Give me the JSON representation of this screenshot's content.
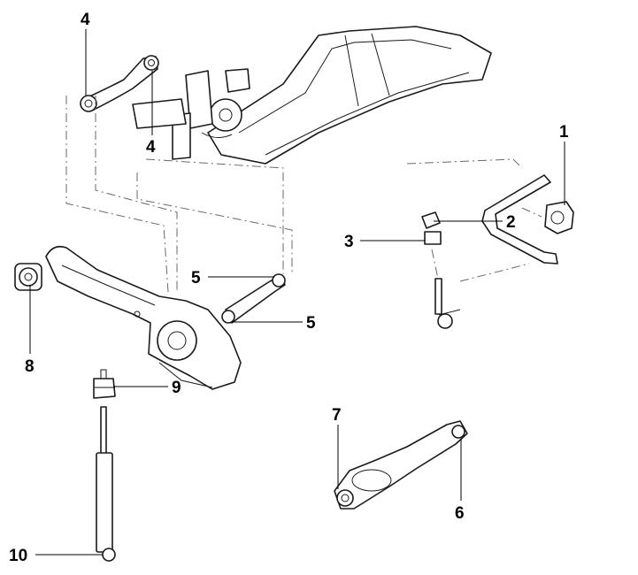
{
  "callouts": [
    {
      "id": "c1",
      "label": "1"
    },
    {
      "id": "c2",
      "label": "2"
    },
    {
      "id": "c3",
      "label": "3"
    },
    {
      "id": "c4a",
      "label": "4"
    },
    {
      "id": "c4b",
      "label": "4"
    },
    {
      "id": "c5a",
      "label": "5"
    },
    {
      "id": "c5b",
      "label": "5"
    },
    {
      "id": "c6",
      "label": "6"
    },
    {
      "id": "c7",
      "label": "7"
    },
    {
      "id": "c8",
      "label": "8"
    },
    {
      "id": "c9",
      "label": "9"
    },
    {
      "id": "c10",
      "label": "10"
    }
  ],
  "colors": {
    "line": "#1a1a1a",
    "dash": "#6a6a6a",
    "background": "#ffffff"
  }
}
